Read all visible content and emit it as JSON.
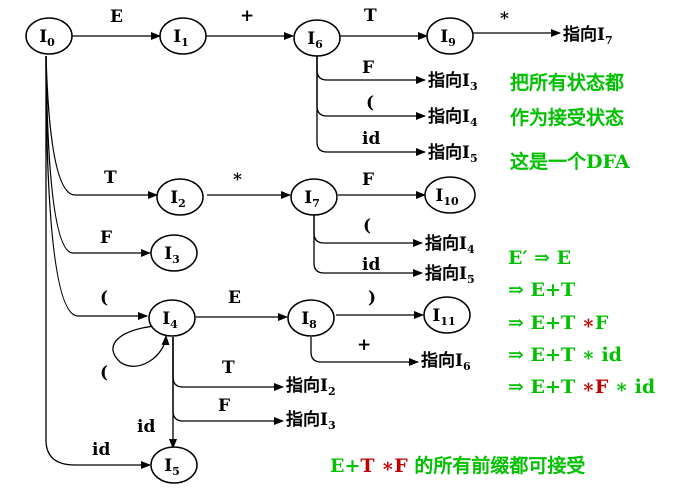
{
  "states": {
    "I0": {
      "base": "I",
      "sub": "0"
    },
    "I1": {
      "base": "I",
      "sub": "1"
    },
    "I2": {
      "base": "I",
      "sub": "2"
    },
    "I3": {
      "base": "I",
      "sub": "3"
    },
    "I4": {
      "base": "I",
      "sub": "4"
    },
    "I5": {
      "base": "I",
      "sub": "5"
    },
    "I6": {
      "base": "I",
      "sub": "6"
    },
    "I7": {
      "base": "I",
      "sub": "7"
    },
    "I8": {
      "base": "I",
      "sub": "8"
    },
    "I9": {
      "base": "I",
      "sub": "9"
    },
    "I10": {
      "base": "I",
      "sub": "10"
    },
    "I11": {
      "base": "I",
      "sub": "11"
    }
  },
  "edge_labels": {
    "e_I0_I1": "E",
    "e_I1_I6": "+",
    "e_I6_I9": "T",
    "e_I9_p7": "*",
    "e_I6_p3": "F",
    "e_I6_p4": "(",
    "e_I6_p5": "id",
    "e_I0_I2": "T",
    "e_I2_I7": "*",
    "e_I7_I10": "F",
    "e_I7_p4": "(",
    "e_I7_p5": "id",
    "e_I0_I3": "F",
    "e_I0_I4": "(",
    "e_I4_I8": "E",
    "e_I8_I11": ")",
    "e_I8_p6": "+",
    "e_I4_self": "(",
    "e_I4_p2": "T",
    "e_I4_p3": "F",
    "e_I4_I5": "id",
    "e_I0_I5": "id"
  },
  "pointers": {
    "prefix": "指向I",
    "p_I9": "7",
    "p_I6_F": "3",
    "p_I6_lp": "4",
    "p_I6_id": "5",
    "p_I7_lp": "4",
    "p_I7_id": "5",
    "p_I8": "6",
    "p_I4_T": "2",
    "p_I4_F": "3"
  },
  "notes": {
    "line1": "把所有状态都",
    "line2": "作为接受状态",
    "line3": "这是一个DFA"
  },
  "derivation": {
    "start_E": "E",
    "start_prime": "′",
    "arrow": "⇒",
    "start_rhs": "E",
    "step1": "E+T",
    "step2_prefix": "E+T ",
    "step2_star": "∗",
    "step2_F": "F",
    "step3": "E+T ∗ id",
    "step4_prefix": "E+T ",
    "step4_red": "∗F",
    "step4_suffix": " ∗ id"
  },
  "conclusion": {
    "prefix": "E+",
    "red": "T ∗F",
    "suffix": " 的所有前缀都可接受"
  },
  "colors": {
    "note_green": "#00c000",
    "highlight_red": "#c00000"
  }
}
